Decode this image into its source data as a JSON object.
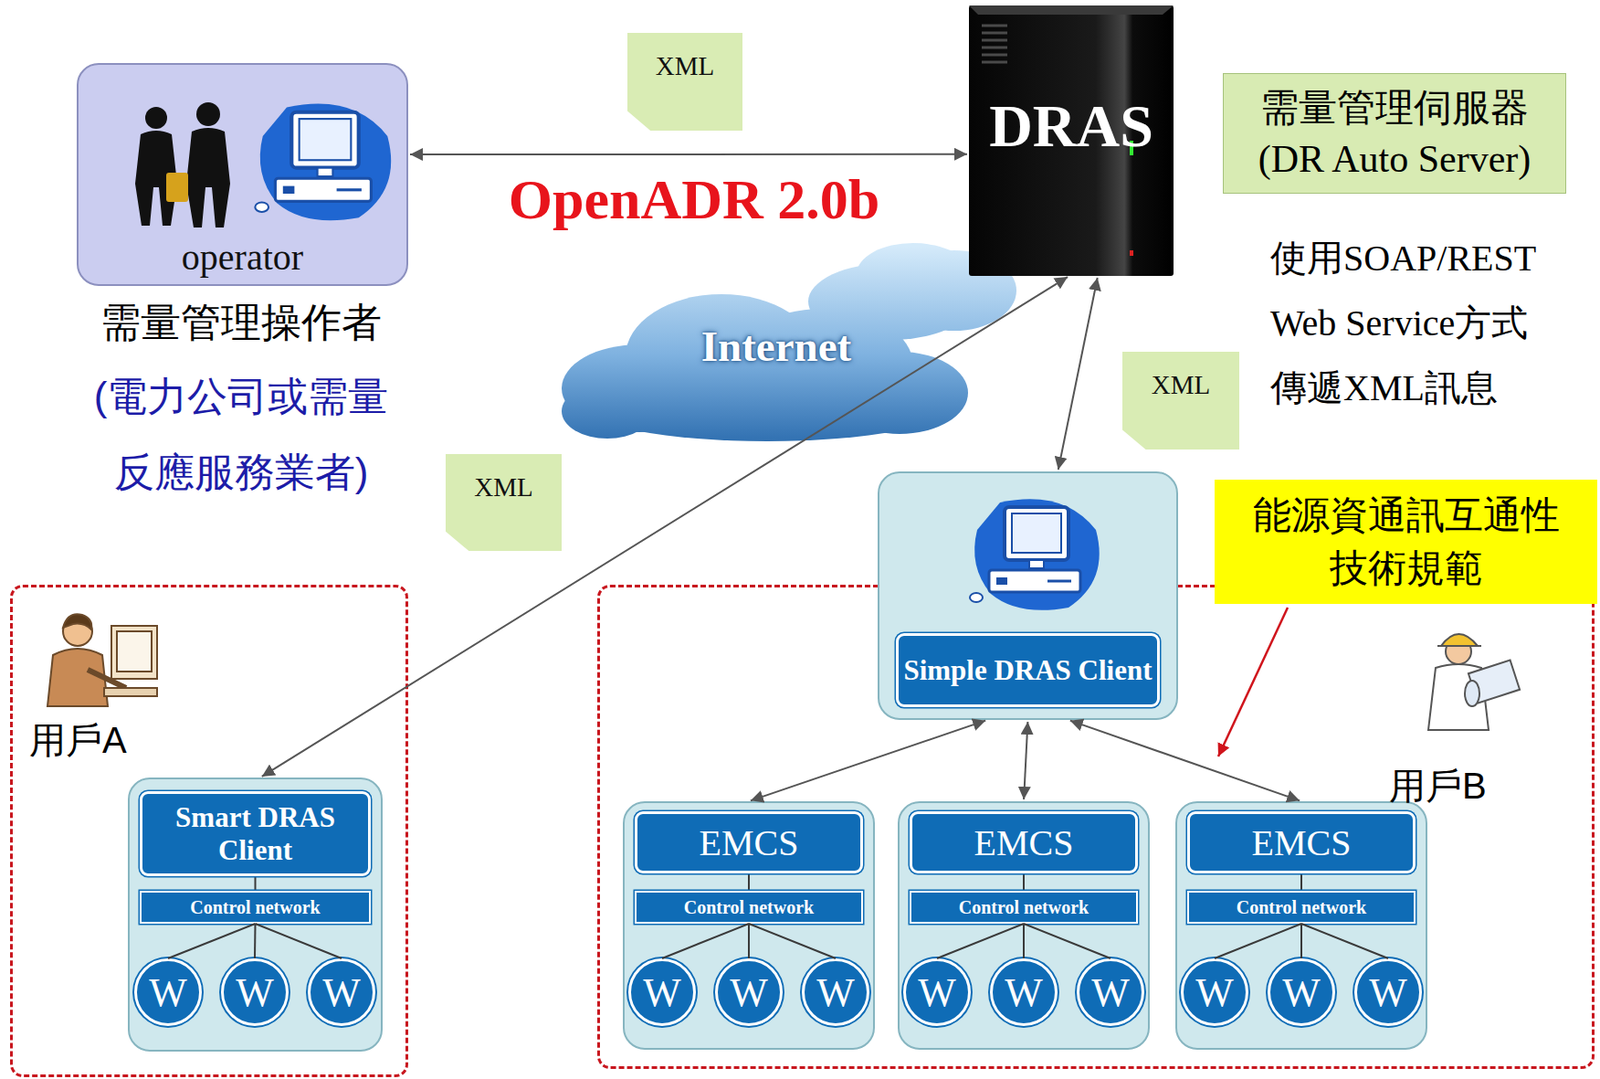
{
  "diagram": {
    "nodes": [
      {
        "text": [
          "operator",
          "需量管理操作者",
          "(電力公司或需量反應服務業者)"
        ]
      },
      {
        "text": [
          "DRAS"
        ]
      },
      {
        "text": [
          "需量管理伺服器 (DR Auto Server)"
        ]
      },
      {
        "text": [
          "用戶A"
        ]
      },
      {
        "text": [
          "Smart DRAS Client"
        ],
        "in": 3
      },
      {
        "text": [
          "Control network"
        ],
        "in": 4
      },
      {
        "text": [
          "W"
        ],
        "in": 4
      },
      {
        "text": [
          "W"
        ],
        "in": 4
      },
      {
        "text": [
          "W"
        ],
        "in": 4
      },
      {
        "text": [
          "用戶B"
        ]
      },
      {
        "text": [
          "Simple DRAS Client"
        ],
        "in": 9
      },
      {
        "text": [
          "能源資通訊互通性 技術規範"
        ]
      },
      {
        "text": [
          "EMCS"
        ],
        "in": 9
      },
      {
        "text": [
          "Control network"
        ],
        "in": 12
      },
      {
        "text": [
          "W"
        ],
        "in": 12
      },
      {
        "text": [
          "W"
        ],
        "in": 12
      },
      {
        "text": [
          "W"
        ],
        "in": 12
      },
      {
        "text": [
          "EMCS"
        ],
        "in": 9
      },
      {
        "text": [
          "Control network"
        ],
        "in": 17
      },
      {
        "text": [
          "W"
        ],
        "in": 17
      },
      {
        "text": [
          "W"
        ],
        "in": 17
      },
      {
        "text": [
          "W"
        ],
        "in": 17
      },
      {
        "text": [
          "EMCS"
        ],
        "in": 9
      },
      {
        "text": [
          "Control network"
        ],
        "in": 22
      },
      {
        "text": [
          "W"
        ],
        "in": 22
      },
      {
        "text": [
          "W"
        ],
        "in": 22
      },
      {
        "text": [
          "W"
        ],
        "in": 22
      }
    ],
    "edges": [
      {
        "from": 0,
        "to": 1,
        "label": "XML",
        "arrow": "both"
      },
      {
        "from": 1,
        "to": 4,
        "label": "XML",
        "arrow": "both"
      },
      {
        "from": 1,
        "to": 10,
        "label": "XML",
        "arrow": "both"
      },
      {
        "from": 10,
        "to": 12,
        "arrow": "both"
      },
      {
        "from": 10,
        "to": 17,
        "arrow": "both"
      },
      {
        "from": 10,
        "to": 22,
        "arrow": "both"
      },
      {
        "from": 5,
        "to": 6,
        "arrow": "none"
      },
      {
        "from": 5,
        "to": 7,
        "arrow": "none"
      },
      {
        "from": 5,
        "to": 8,
        "arrow": "none"
      },
      {
        "from": 13,
        "to": 14,
        "arrow": "none"
      },
      {
        "from": 13,
        "to": 15,
        "arrow": "none"
      },
      {
        "from": 13,
        "to": 16,
        "arrow": "none"
      },
      {
        "from": 18,
        "to": 19,
        "arrow": "none"
      },
      {
        "from": 18,
        "to": 20,
        "arrow": "none"
      },
      {
        "from": 18,
        "to": 21,
        "arrow": "none"
      },
      {
        "from": 23,
        "to": 24,
        "arrow": "none"
      },
      {
        "from": 23,
        "to": 25,
        "arrow": "none"
      },
      {
        "from": 23,
        "to": 26,
        "arrow": "none"
      }
    ],
    "labels": [
      "OpenADR 2.0b",
      "Internet",
      "使用SOAP/REST Web Service方式 傳遞XML訊息"
    ]
  }
}
